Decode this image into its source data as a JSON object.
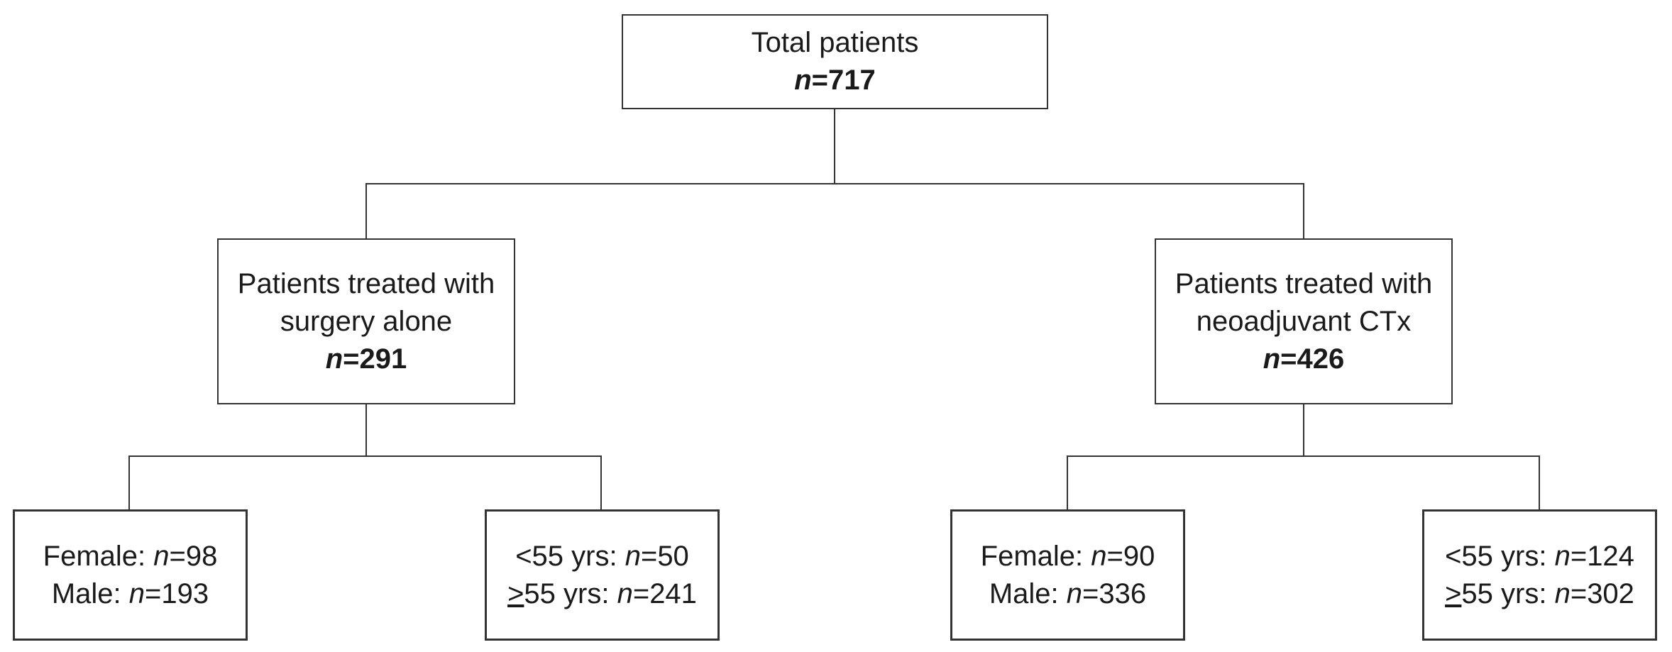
{
  "flowchart": {
    "root": {
      "title": "Total patients",
      "n_prefix": "n",
      "n_value": "=717"
    },
    "left_branch": {
      "title_line1": "Patients treated with",
      "title_line2": "surgery alone",
      "n_prefix": "n",
      "n_value": "=291",
      "sex": {
        "female_label": "Female: ",
        "female_value": "=98",
        "male_label": "Male: ",
        "male_value": "=193"
      },
      "age": {
        "young_label": "<55 yrs: ",
        "young_value": "=50",
        "old_symbol": ">",
        "old_label": "55 yrs: ",
        "old_value": "=241"
      }
    },
    "right_branch": {
      "title_line1": "Patients treated with",
      "title_line2": "neoadjuvant CTx",
      "n_prefix": "n",
      "n_value": "=426",
      "sex": {
        "female_label": "Female: ",
        "female_value": "=90",
        "male_label": "Male: ",
        "male_value": "=336"
      },
      "age": {
        "young_label": "<55 yrs: ",
        "young_value": "=124",
        "old_symbol": ">",
        "old_label": "55 yrs: ",
        "old_value": "=302"
      }
    }
  }
}
